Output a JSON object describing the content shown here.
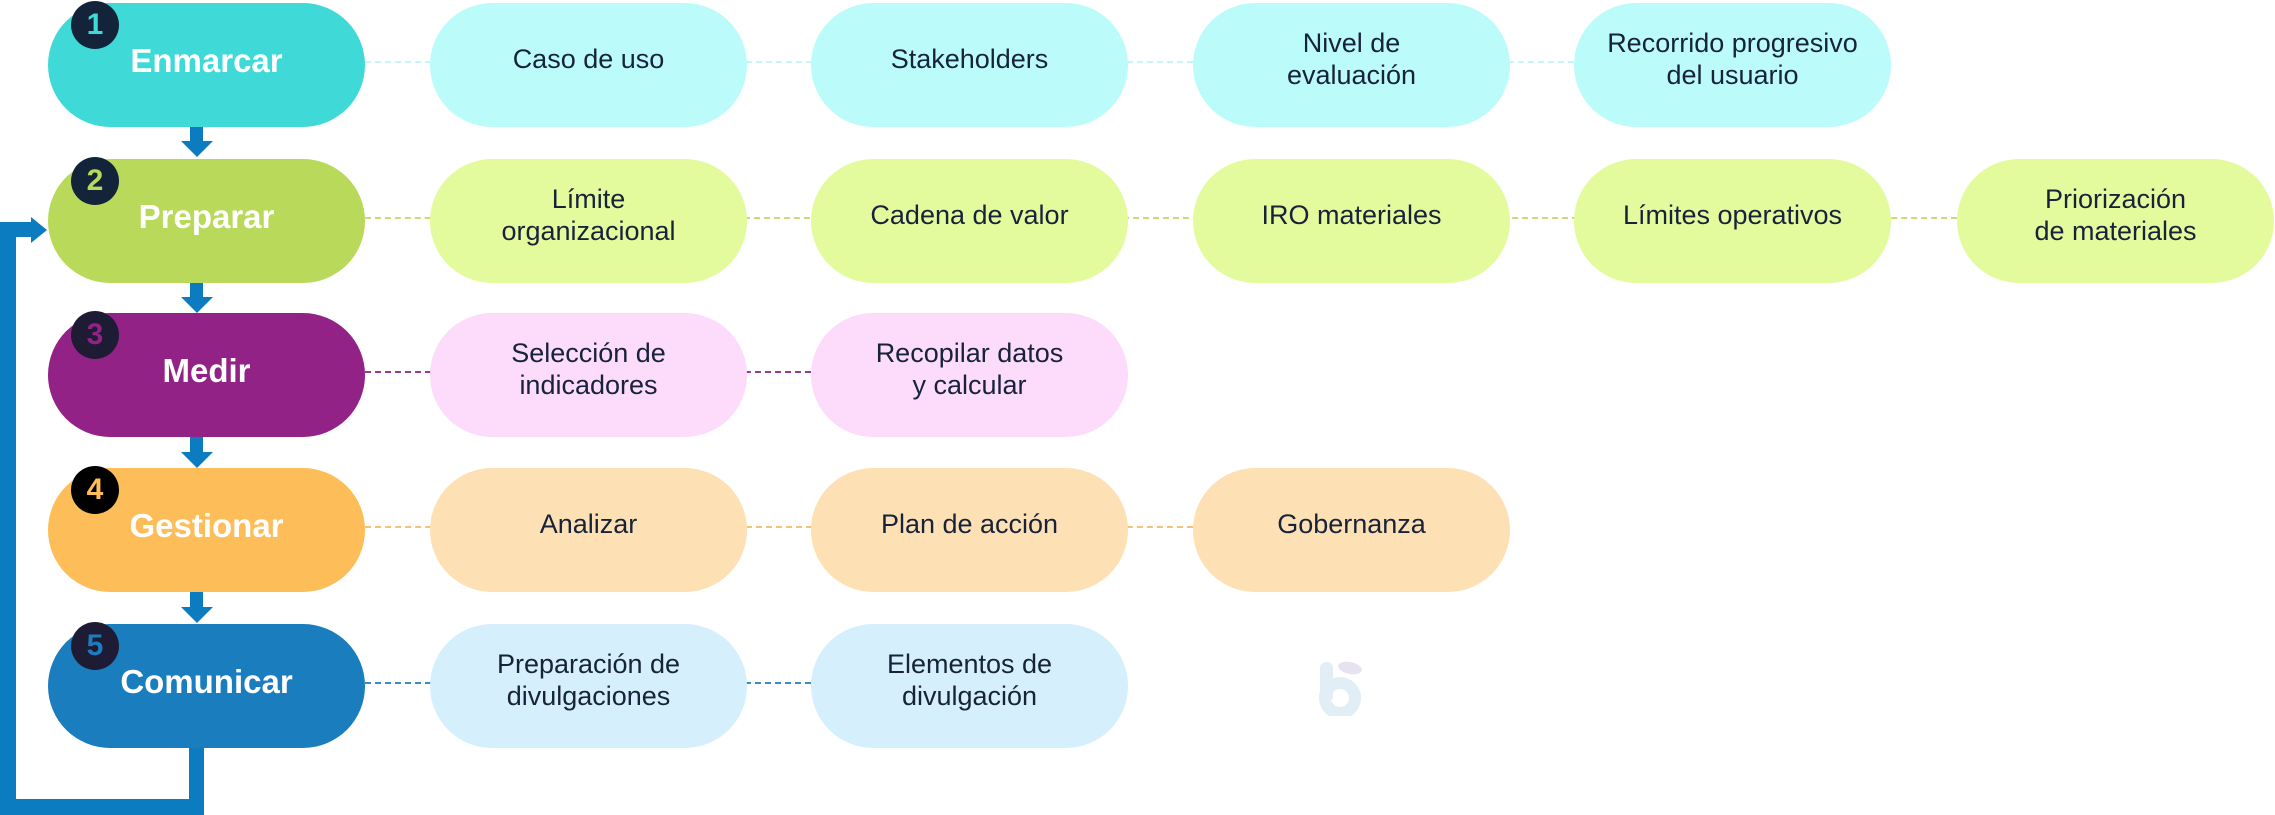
{
  "colors": {
    "arrow": "#0a7cbf",
    "text_dark": "#17233a"
  },
  "stages": [
    {
      "number": "1",
      "label": "Enmarcar",
      "color": "#3fdad8",
      "sub_color": "#bbfcfb",
      "connector_color": "#c6f6f5",
      "badge_bg": "#13243a",
      "badge_fg": "#3fdad8",
      "steps": [
        "Caso de uso",
        "Stakeholders",
        "Nivel de\nevaluación",
        "Recorrido progresivo\ndel usuario"
      ]
    },
    {
      "number": "2",
      "label": "Preparar",
      "color": "#b8d95a",
      "sub_color": "#e4fb9d",
      "connector_color": "#c8dc7a",
      "badge_bg": "#13243a",
      "badge_fg": "#b8d95a",
      "steps": [
        "Límite\norganizacional",
        "Cadena de valor",
        "IRO materiales",
        "Límites operativos",
        "Priorización\nde materiales"
      ]
    },
    {
      "number": "3",
      "label": "Medir",
      "color": "#932287",
      "sub_color": "#fddbfb",
      "connector_color": "#9a3a90",
      "badge_bg": "#1e1b35",
      "badge_fg": "#932287",
      "steps": [
        "Selección de\nindicadores",
        "Recopilar datos\ny calcular"
      ]
    },
    {
      "number": "4",
      "label": "Gestionar",
      "color": "#fdbd59",
      "sub_color": "#fee0b5",
      "connector_color": "#f6c278",
      "badge_bg": "#000000",
      "badge_fg": "#fdbd59",
      "steps": [
        "Analizar",
        "Plan de acción",
        "Gobernanza"
      ]
    },
    {
      "number": "5",
      "label": "Comunicar",
      "color": "#1a7dbd",
      "sub_color": "#d5effd",
      "connector_color": "#3a8cc4",
      "badge_bg": "#1e1b35",
      "badge_fg": "#1a7dbd",
      "steps": [
        "Preparación de\ndivulgaciones",
        "Elementos de\ndivulgación"
      ]
    }
  ],
  "logo": {
    "icon": "b-brand-logo",
    "stem_color": "#e2eef6",
    "dot_color": "#e6e2f0"
  }
}
